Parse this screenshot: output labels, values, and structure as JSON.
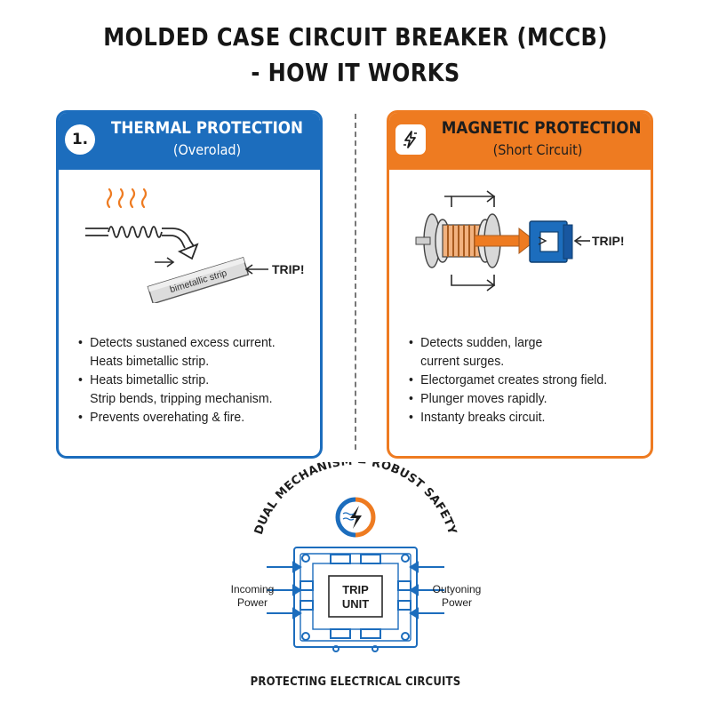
{
  "title": {
    "line1": "MOLDED CASE CIRCUIT BREAKER (MCCB)",
    "line2": "- HOW IT WORKS"
  },
  "colors": {
    "thermal": "#1c6dbd",
    "magnetic": "#ee7b21",
    "heat": "#ee7b21"
  },
  "thermal": {
    "badge": "1.",
    "heading": "THERMAL PROTECTION",
    "subheading": "(Overolad)",
    "strip_label": "bimetallic strip",
    "trip_label": "TRIP!",
    "bullets": [
      [
        "Detects sustaned excess current.",
        "Heats bimetallic strip."
      ],
      [
        "Heats bimetallic strip.",
        "Strip bends, tripping mechanism."
      ],
      [
        "Prevents overehating & fire."
      ]
    ]
  },
  "magnetic": {
    "badge_icon": "lightning-icon",
    "heading": "MAGNETIC PROTECTION",
    "subheading": "(Short Circuit)",
    "trip_label": "TRIP!",
    "bullets": [
      [
        "Detects sudden, large",
        "current surges."
      ],
      [
        "Electorgamet creates strong field."
      ],
      [
        "Plunger moves rapidly."
      ],
      [
        "Instanty breaks circuit."
      ]
    ]
  },
  "summary": {
    "arc_text": "DUAL MECHANISM = ROBUST SAFETY",
    "center_icon": "lightning-dual-ring-icon",
    "trip_unit": [
      "TRIP",
      "UNIT"
    ],
    "incoming": [
      "Incoming",
      "Power"
    ],
    "outgoing": [
      "Outyoning",
      "Power"
    ]
  },
  "footer": "PROTECTING ELECTRICAL CIRCUITS"
}
